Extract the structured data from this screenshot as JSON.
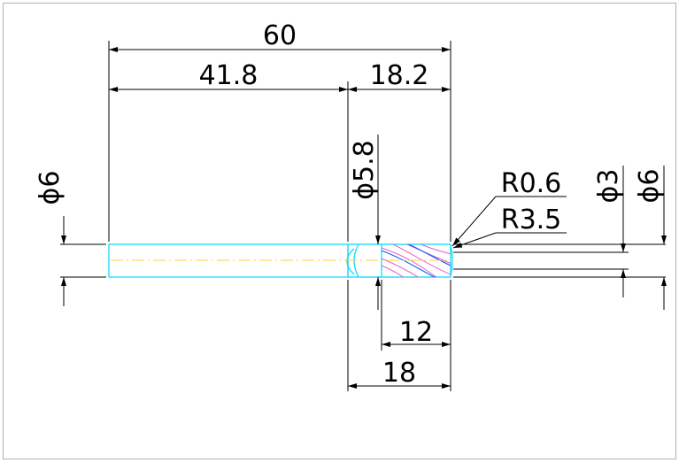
{
  "drawing": {
    "labels": {
      "overall_length": "60",
      "shank_length": "41.8",
      "head_length": "18.2",
      "shank_dia": "ϕ6",
      "neck_dia": "ϕ5.8",
      "corner_radius": "R0.6",
      "ball_radius": "R3.5",
      "core_dia": "ϕ3",
      "head_dia": "ϕ6",
      "flute_length": "12",
      "cut_length": "18"
    },
    "colors": {
      "outline": "#00d8ff",
      "centerline": "#ffd23c",
      "flute": "#e855c9",
      "edge": "#1565ff",
      "dimension": "#000000",
      "border": "#b0b0b0"
    }
  }
}
